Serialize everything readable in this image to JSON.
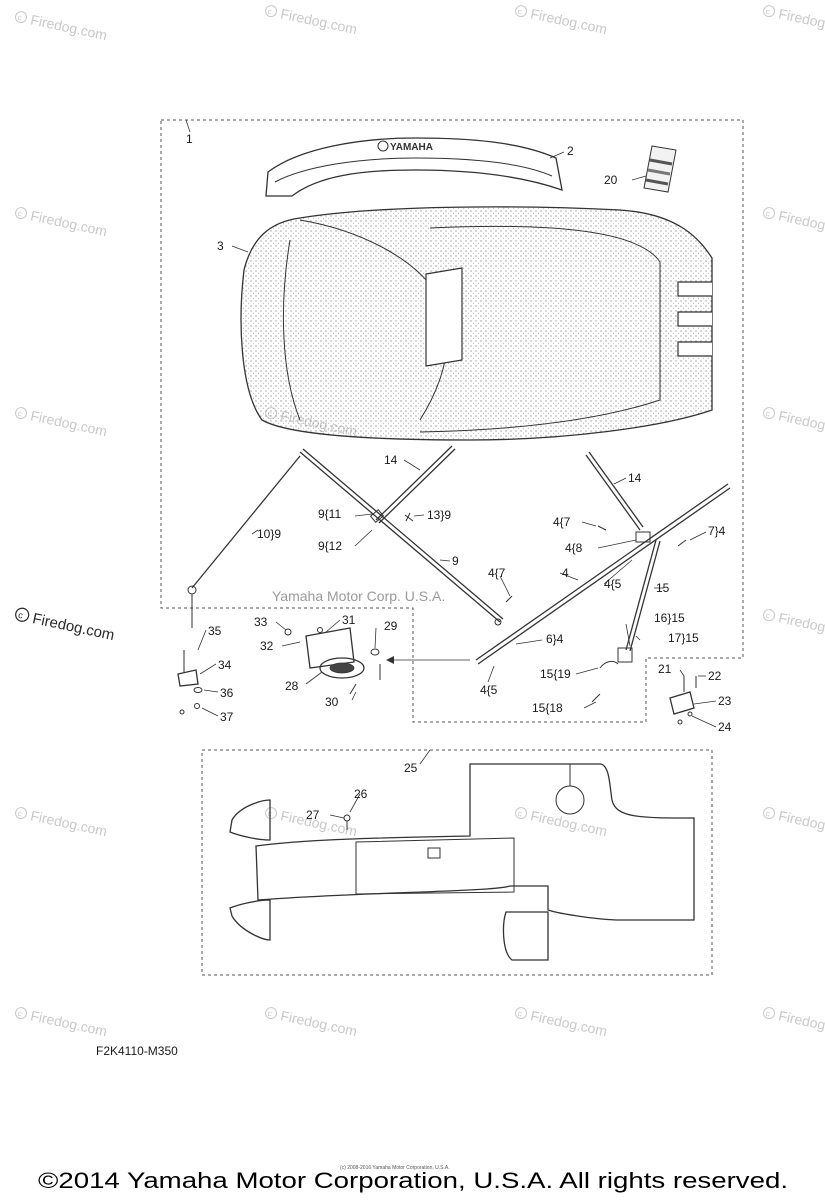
{
  "watermark": {
    "text": "Firedog.com",
    "symbol": "©",
    "center_text": "Yamaha Motor Corp. U.S.A."
  },
  "diagram_code": "F2K4110-M350",
  "copyright": "©2014 Yamaha Motor Corporation, U.S.A. All rights reserved.",
  "fine_print": "(c) 2008-2016 Yamaha Motor Corporation, U.S.A.",
  "brand_logo_text": "YAMAHA",
  "callouts": {
    "c1": "1",
    "c2": "2",
    "c20": "20",
    "c3": "3",
    "c14a": "14",
    "c14b": "14",
    "c10_9": "10}9",
    "c9_11": "9{11",
    "c13_9": "13}9",
    "c9_12": "9{12",
    "c9": "9",
    "c4_7a": "4{7",
    "c4_8": "4{8",
    "c7_4": "7}4",
    "c4_5a": "4{5",
    "c15a": "15",
    "c4": "4",
    "c4_7b": "4{7",
    "c16_15": "16}15",
    "c17_15": "17}15",
    "c6_4": "6}4",
    "c4_5b": "4{5",
    "c15_19": "15{19",
    "c15_18": "15{18",
    "c35": "35",
    "c34": "34",
    "c36": "36",
    "c37": "37",
    "c33": "33",
    "c32": "32",
    "c31": "31",
    "c29": "29",
    "c28": "28",
    "c30": "30",
    "c21": "21",
    "c22": "22",
    "c23": "23",
    "c24": "24",
    "c25": "25",
    "c26": "26",
    "c27": "27"
  }
}
